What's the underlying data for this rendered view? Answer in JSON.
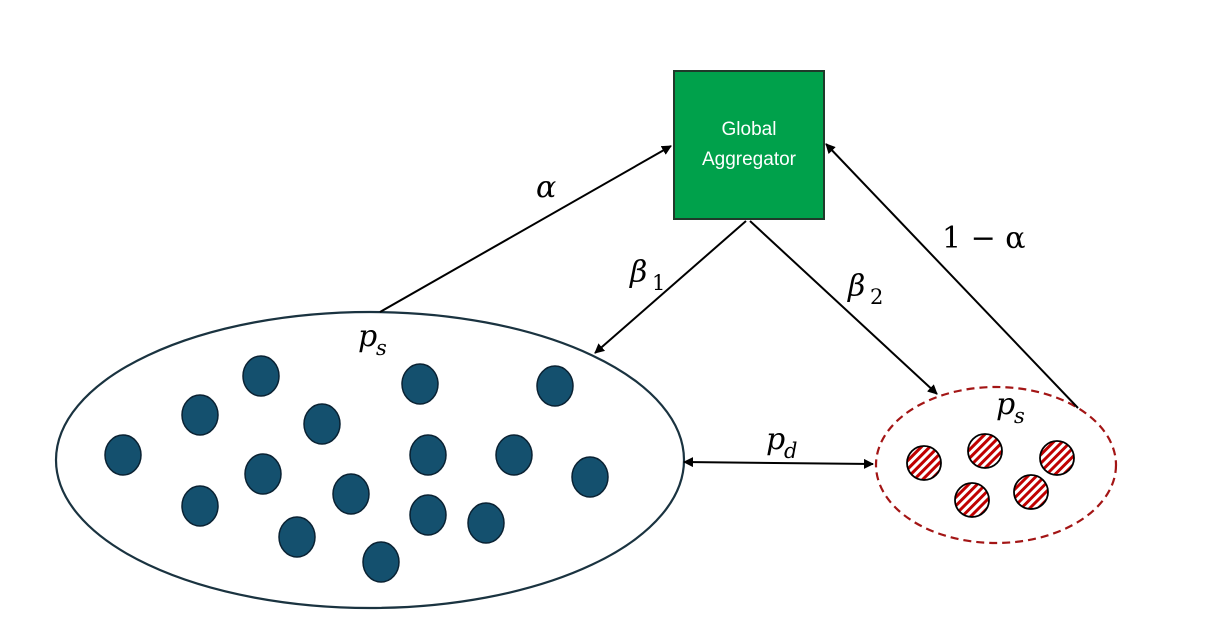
{
  "aggregator": {
    "line1": "Global",
    "line2": "Aggregator",
    "fill": "#00A14B",
    "stroke": "#1f3a2a"
  },
  "labels": {
    "alpha": "α",
    "one_minus_alpha": "1 − α",
    "beta": "β",
    "beta1_sub": "1",
    "beta2_sub": "2",
    "p": "p",
    "s_sub": "s",
    "d_sub": "d"
  },
  "colors": {
    "benign_client": "#14506E",
    "malicious_client": "#C00000",
    "large_group_border": "#1a3340",
    "small_group_border": "#A31515",
    "arrow": "#000000"
  }
}
